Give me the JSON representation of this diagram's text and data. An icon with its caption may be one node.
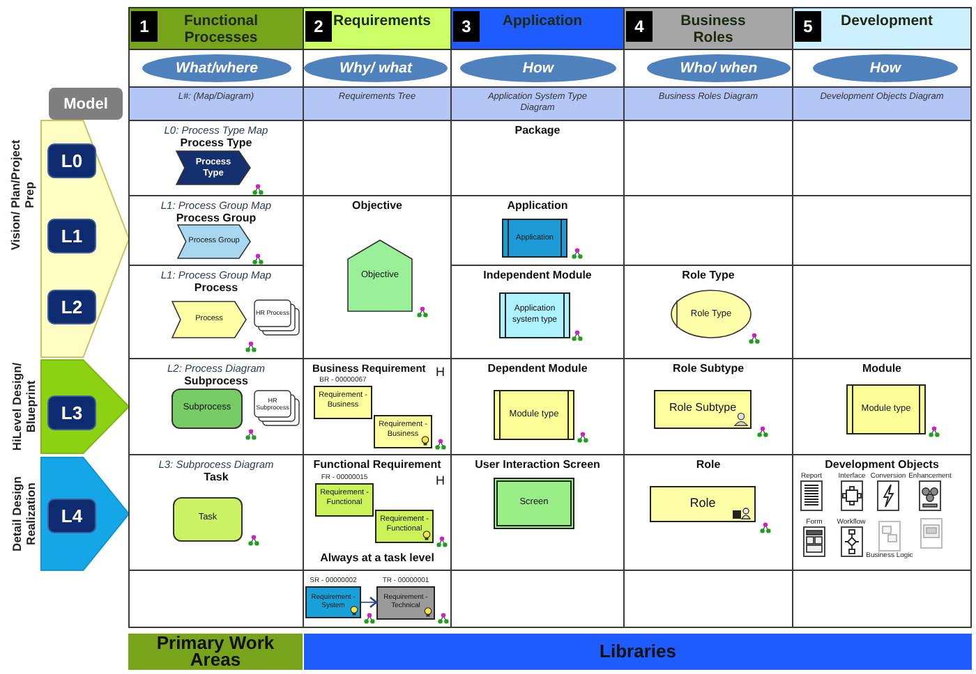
{
  "diagram": {
    "nodes": [
      {
        "text": [
          "1",
          "Functional Processes"
        ]
      },
      {
        "text": [
          "2",
          "Requirements"
        ]
      },
      {
        "text": [
          "3",
          "Application"
        ]
      },
      {
        "text": [
          "4",
          "Business Roles"
        ]
      },
      {
        "text": [
          "5",
          "Development"
        ]
      },
      {
        "text": [
          "What/where"
        ]
      },
      {
        "text": [
          "Why/ what"
        ]
      },
      {
        "text": [
          "How"
        ]
      },
      {
        "text": [
          "Who/ when"
        ]
      },
      {
        "text": [
          "How"
        ]
      },
      {
        "text": [
          "Model"
        ]
      },
      {
        "text": [
          "L#: (Map/Diagram)"
        ]
      },
      {
        "text": [
          "Requirements Tree"
        ]
      },
      {
        "text": [
          "Application System Type Diagram"
        ]
      },
      {
        "text": [
          "Business Roles Diagram"
        ]
      },
      {
        "text": [
          "Development Objects Diagram"
        ]
      },
      {
        "text": [],
        "shape": "pentagon",
        "beside": [
          "Vision/ Plan/Project Prep"
        ]
      },
      {
        "text": [
          "L0"
        ],
        "in": 16
      },
      {
        "text": [
          "L1"
        ],
        "in": 16
      },
      {
        "text": [
          "L2"
        ],
        "in": 16
      },
      {
        "text": [],
        "shape": "pentagon",
        "beside": [
          "HiLevel Design/ Blueprint"
        ]
      },
      {
        "text": [
          "L3"
        ],
        "in": 20
      },
      {
        "text": [],
        "shape": "pentagon",
        "beside": [
          "Detail Design Realization"
        ]
      },
      {
        "text": [
          "L4"
        ],
        "in": 22
      },
      {
        "text": [
          "L0: Process Type Map",
          "Process Type"
        ]
      },
      {
        "text": [
          "Process Type"
        ],
        "in": 24
      },
      {
        "text": [
          "Package"
        ]
      },
      {
        "text": [
          "L1: Process Group Map",
          "Process Group"
        ]
      },
      {
        "text": [
          "Process Group"
        ],
        "in": 27
      },
      {
        "text": [
          "Objective"
        ]
      },
      {
        "text": [
          "Objective"
        ],
        "in": 29
      },
      {
        "text": [
          "Application"
        ]
      },
      {
        "text": [
          "Application"
        ],
        "in": 31
      },
      {
        "text": [
          "L1: Process Group Map",
          "Process"
        ]
      },
      {
        "text": [
          "Process"
        ],
        "in": 33
      },
      {
        "text": [
          "HR Process"
        ],
        "in": 33
      },
      {
        "text": [
          "Independent Module"
        ]
      },
      {
        "text": [
          "Application system type"
        ],
        "in": 36
      },
      {
        "text": [
          "Role Type"
        ]
      },
      {
        "text": [
          "Role Type"
        ],
        "in": 38
      },
      {
        "text": [
          "L2: Process Diagram",
          "Subprocess"
        ]
      },
      {
        "text": [
          "Subprocess"
        ],
        "in": 40
      },
      {
        "text": [
          "HR Subprocess"
        ],
        "in": 40
      },
      {
        "text": [
          "Business Requirement",
          "H"
        ]
      },
      {
        "text": [
          "Requirement - Business"
        ],
        "in": 43,
        "beside": [
          "BR - 00000067"
        ]
      },
      {
        "text": [
          "Requirement - Business"
        ],
        "in": 43
      },
      {
        "text": [
          "Dependent Module"
        ]
      },
      {
        "text": [
          "Module type"
        ],
        "in": 46
      },
      {
        "text": [
          "Role Subtype"
        ]
      },
      {
        "text": [
          "Role Subtype"
        ],
        "in": 48
      },
      {
        "text": [
          "Module"
        ]
      },
      {
        "text": [
          "Module type"
        ],
        "in": 50
      },
      {
        "text": [
          "L3: Subprocess Diagram",
          "Task"
        ]
      },
      {
        "text": [
          "Task"
        ],
        "in": 52
      },
      {
        "text": [
          "Functional Requirement",
          "H",
          "Always at a task level"
        ]
      },
      {
        "text": [
          "Requirement - Functional"
        ],
        "in": 54,
        "beside": [
          "FR - 00000015"
        ]
      },
      {
        "text": [
          "Requirement - Functional"
        ],
        "in": 54
      },
      {
        "text": [
          "User Interaction Screen"
        ]
      },
      {
        "text": [
          "Screen"
        ],
        "in": 57
      },
      {
        "text": [
          "Role"
        ]
      },
      {
        "text": [
          "Role"
        ],
        "in": 59
      },
      {
        "text": [
          "Development Objects"
        ]
      },
      {
        "text": [
          "Report"
        ],
        "in": 61
      },
      {
        "text": [
          "Interface"
        ],
        "in": 61
      },
      {
        "text": [
          "Conversion"
        ],
        "in": 61
      },
      {
        "text": [
          "Enhancement"
        ],
        "in": 61
      },
      {
        "text": [
          "Form"
        ],
        "in": 61
      },
      {
        "text": [
          "Workflow"
        ],
        "in": 61
      },
      {
        "text": [
          "Business Logic"
        ],
        "in": 61
      },
      {
        "text": [],
        "shape": "picture",
        "in": 61
      },
      {
        "text": [],
        "shape": "box"
      },
      {
        "text": [
          "Requirement - System"
        ],
        "in": 70,
        "beside": [
          "SR - 00000002"
        ]
      },
      {
        "text": [
          "Requirement - Technical"
        ],
        "in": 70,
        "beside": [
          "TR - 00000001"
        ]
      },
      {
        "text": [
          "Primary Work Areas"
        ]
      },
      {
        "text": [
          "Libraries"
        ]
      }
    ],
    "edges": [
      {
        "from": 71,
        "to": 72,
        "arrow": "to"
      }
    ]
  }
}
